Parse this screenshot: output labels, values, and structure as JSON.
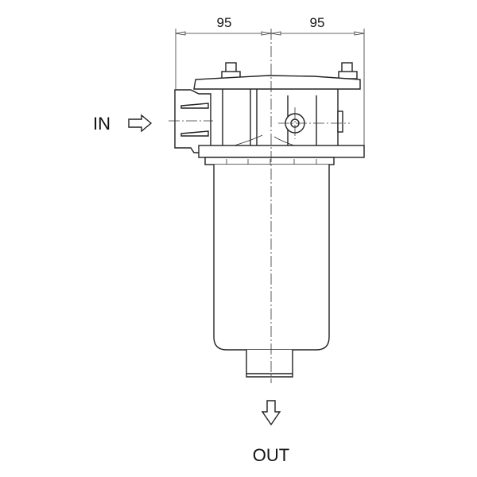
{
  "drawing": {
    "dimension_left": "95",
    "dimension_right": "95",
    "inlet_label": "IN",
    "outlet_label": "OUT",
    "line_color": "#222222",
    "background": "#ffffff"
  }
}
